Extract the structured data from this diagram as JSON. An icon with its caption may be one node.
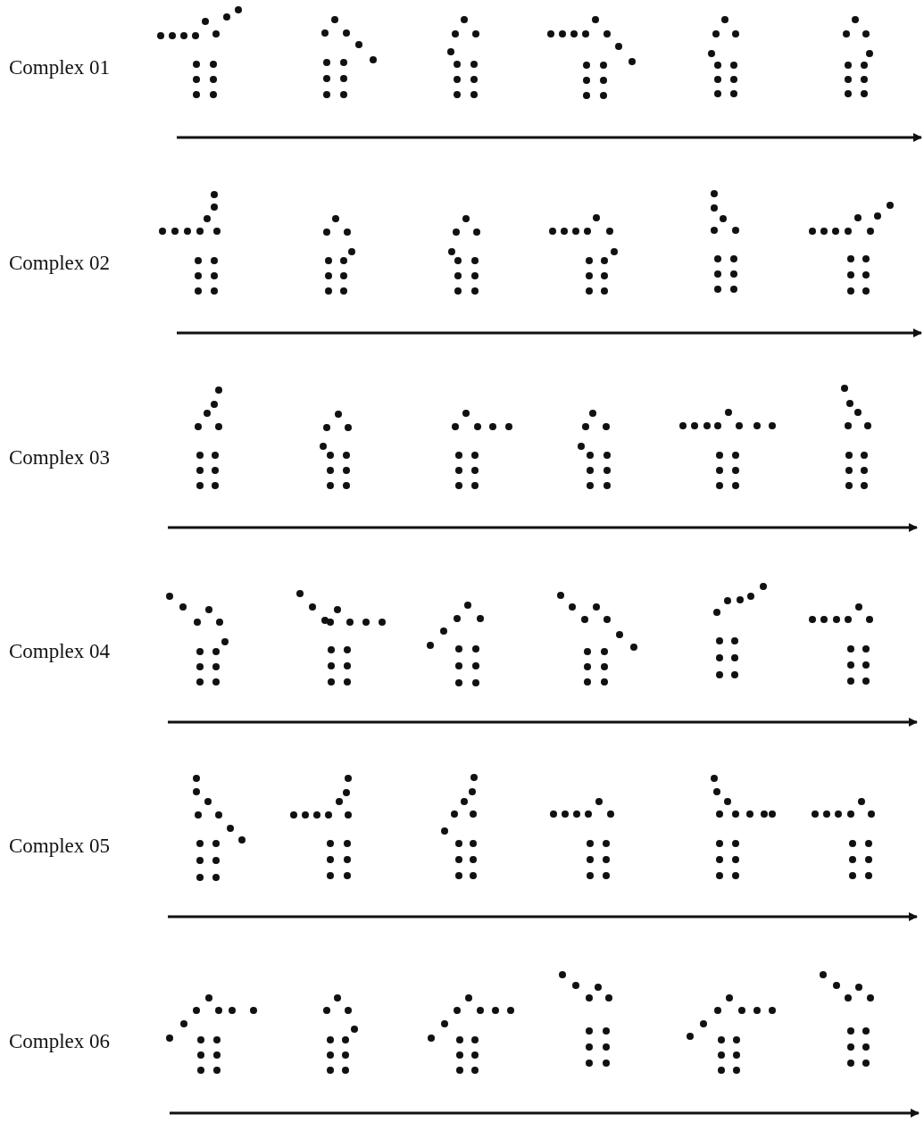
{
  "diagram": {
    "labels": [
      "Complex 01",
      "Complex 02",
      "Complex 03",
      "Complex 04",
      "Complex 05",
      "Complex 06"
    ]
  }
}
